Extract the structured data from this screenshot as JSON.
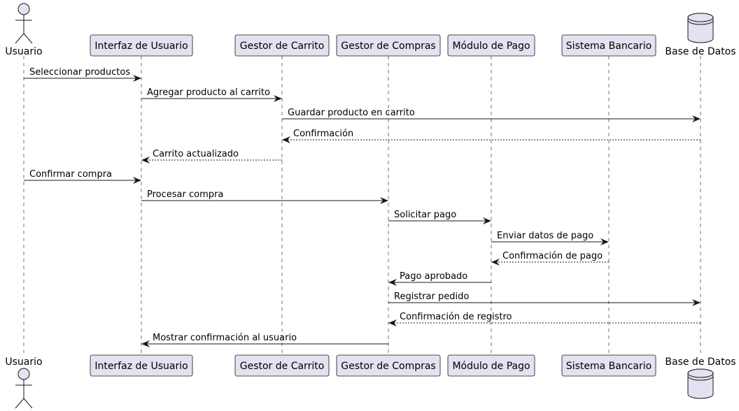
{
  "participants": [
    {
      "id": "usuario",
      "label": "Usuario",
      "kind": "actor"
    },
    {
      "id": "interfaz",
      "label": "Interfaz de Usuario",
      "kind": "box"
    },
    {
      "id": "carrito",
      "label": "Gestor de Carrito",
      "kind": "box"
    },
    {
      "id": "compras",
      "label": "Gestor de Compras",
      "kind": "box"
    },
    {
      "id": "pago",
      "label": "Módulo de Pago",
      "kind": "box"
    },
    {
      "id": "banco",
      "label": "Sistema Bancario",
      "kind": "box"
    },
    {
      "id": "bd",
      "label": "Base de Datos",
      "kind": "database"
    }
  ],
  "messages": [
    {
      "from": "usuario",
      "to": "interfaz",
      "label": "Seleccionar productos",
      "style": "solid"
    },
    {
      "from": "interfaz",
      "to": "carrito",
      "label": "Agregar producto al carrito",
      "style": "solid"
    },
    {
      "from": "carrito",
      "to": "bd",
      "label": "Guardar producto en carrito",
      "style": "solid"
    },
    {
      "from": "bd",
      "to": "carrito",
      "label": "Confirmación",
      "style": "dashed"
    },
    {
      "from": "carrito",
      "to": "interfaz",
      "label": "Carrito actualizado",
      "style": "dashed"
    },
    {
      "from": "usuario",
      "to": "interfaz",
      "label": "Confirmar compra",
      "style": "solid"
    },
    {
      "from": "interfaz",
      "to": "compras",
      "label": "Procesar compra",
      "style": "solid"
    },
    {
      "from": "compras",
      "to": "pago",
      "label": "Solicitar pago",
      "style": "solid"
    },
    {
      "from": "pago",
      "to": "banco",
      "label": "Enviar datos de pago",
      "style": "solid"
    },
    {
      "from": "banco",
      "to": "pago",
      "label": "Confirmación de pago",
      "style": "dashed"
    },
    {
      "from": "pago",
      "to": "compras",
      "label": "Pago aprobado",
      "style": "solid"
    },
    {
      "from": "compras",
      "to": "bd",
      "label": "Registrar pedido",
      "style": "solid"
    },
    {
      "from": "bd",
      "to": "compras",
      "label": "Confirmación de registro",
      "style": "dashed"
    },
    {
      "from": "compras",
      "to": "interfaz",
      "label": "Mostrar confirmación al usuario",
      "style": "solid"
    }
  ],
  "colors": {
    "participant_fill": "#E2E2F0",
    "participant_border": "#181818",
    "lifeline": "#181818",
    "arrow": "#181818"
  }
}
